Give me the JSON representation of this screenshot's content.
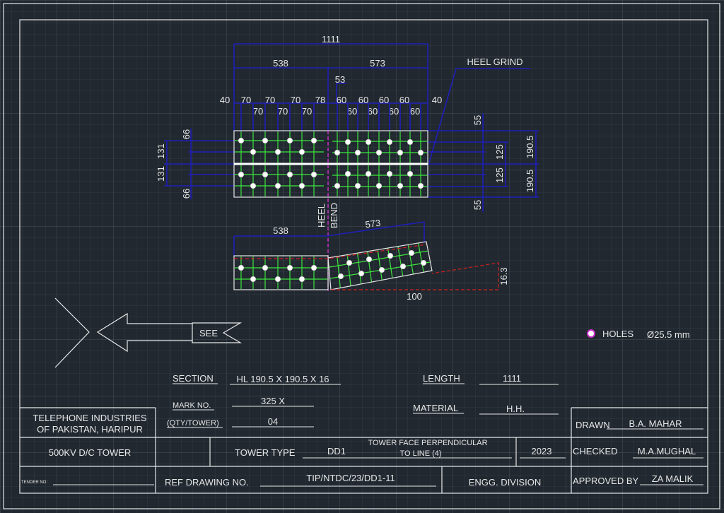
{
  "drawing": {
    "overall_length": "1111",
    "left_length": "538",
    "right_length": "573",
    "heel_offset": "53",
    "pitch_row1": [
      "40",
      "70",
      "70",
      "70",
      "78",
      "60",
      "60",
      "60",
      "60",
      "40"
    ],
    "pitch_row2": [
      "70",
      "70",
      "70",
      "60",
      "60",
      "60",
      "60"
    ],
    "heel_grind_label": "HEEL GRIND",
    "left_gauges": [
      "66",
      "131",
      "131",
      "66"
    ],
    "right_gauges": [
      "55",
      "125",
      "190.5",
      "125",
      "190.5",
      "55"
    ],
    "heel_label": "HEEL",
    "bend_label": "BEND",
    "bend_view": {
      "left_length": "538",
      "right_length": "573",
      "run": "100",
      "rise": "16.3"
    },
    "see_label": "SEE",
    "holes_label": "HOLES",
    "hole_diameter": "Ø25.5 mm",
    "colors": {
      "background": "#212830",
      "dimension": "#1f1fb8",
      "gauge_lines": "#3ee63e",
      "hole_legend": "#d030d0",
      "bend_line": "#d42020"
    }
  },
  "info": {
    "section_label": "SECTION",
    "section_value": "HL 190.5 X 190.5 X 16",
    "length_label": "LENGTH",
    "length_value": "1111",
    "mark_label": "MARK NO.",
    "mark_value": "325 X",
    "material_label": "MATERIAL",
    "material_value": "H.H.",
    "qty_label": "(QTY/TOWER)",
    "qty_value": "04"
  },
  "title_block": {
    "company_line1": "TELEPHONE INDUSTRIES",
    "company_line2": "OF PAKISTAN, HARIPUR",
    "project": "500KV D/C TOWER",
    "tender_label": "TENDER NO:",
    "tower_type_label": "TOWER TYPE",
    "tower_type_value": "DD1",
    "tower_face_line1": "TOWER FACE PERPENDICULAR",
    "tower_face_line2": "TO LINE (4)",
    "year": "2023",
    "ref_label": "REF DRAWING NO.",
    "ref_value": "TIP/NTDC/23/DD1-11",
    "division": "ENGG. DIVISION",
    "drawn_label": "DRAWN",
    "drawn_value": "B.A. MAHAR",
    "checked_label": "CHECKED",
    "checked_value": "M.A.MUGHAL",
    "approved_label": "APPROVED BY",
    "approved_value": "ZA MALIK"
  }
}
